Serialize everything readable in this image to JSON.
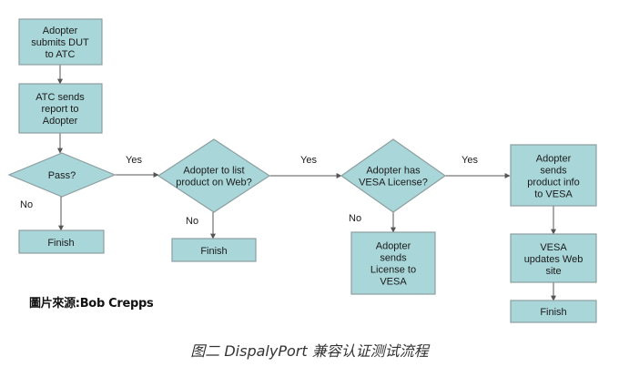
{
  "diagram": {
    "colors": {
      "fill": "#a9d6d9",
      "stroke": "#8c9ea0",
      "connector": "#555555"
    },
    "nodes": {
      "submit_dut": [
        "Adopter",
        "submits DUT",
        "to ATC"
      ],
      "atc_report": [
        "ATC sends",
        "report to",
        "Adopter"
      ],
      "pass": [
        "Pass?"
      ],
      "finish_1": [
        "Finish"
      ],
      "list_web": [
        "Adopter to list",
        "product on Web?"
      ],
      "finish_2": [
        "Finish"
      ],
      "vesa_license": [
        "Adopter has",
        "VESA License?"
      ],
      "send_license": [
        "Adopter",
        "sends",
        "License to",
        "VESA"
      ],
      "product_info": [
        "Adopter",
        "sends",
        "product info",
        "to VESA"
      ],
      "vesa_update": [
        "VESA",
        "updates Web",
        "site"
      ],
      "finish_3": [
        "Finish"
      ]
    },
    "edge_labels": {
      "pass_yes": "Yes",
      "pass_no": "No",
      "web_yes": "Yes",
      "web_no": "No",
      "license_yes": "Yes",
      "license_no": "No"
    }
  },
  "source_credit": "圖片來源:Bob Crepps",
  "caption": "图二 DispalyPort 兼容认证测试流程"
}
